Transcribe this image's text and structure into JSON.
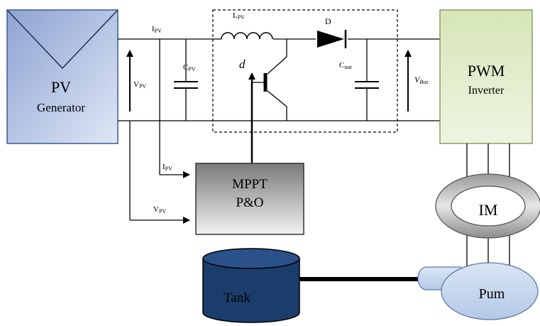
{
  "pv_generator": {
    "line1": "PV",
    "line2": "Generator"
  },
  "labels": {
    "ipv_top": {
      "main": "I",
      "sub": "PV"
    },
    "vpv_left": {
      "main": "V",
      "sub": "PV"
    },
    "cpv": {
      "main": "C",
      "sub": "PV"
    },
    "lpv": {
      "main": "L",
      "sub": "PV"
    },
    "diode": "D",
    "duty": "d",
    "cout": {
      "main": "C",
      "sub": "out"
    },
    "vbus": {
      "main": "V",
      "sub": "Bus"
    },
    "ipv_mppt": {
      "main": "I",
      "sub": "PV"
    },
    "vpv_mppt": {
      "main": "V",
      "sub": "PV"
    }
  },
  "inverter": {
    "line1": "PWM",
    "line2": "Inverter"
  },
  "mppt": {
    "line1": "MPPT",
    "line2": "P&O"
  },
  "motor": "IM",
  "tank": "Tank",
  "pump": "Pum",
  "colors": {
    "pv_fill": "#aebee0",
    "inverter_fill": "#e2edcc",
    "tank_fill": "#1b3d6b",
    "pump_fill": "#c9d9ee",
    "mppt_fill": "#9a9a9a"
  }
}
